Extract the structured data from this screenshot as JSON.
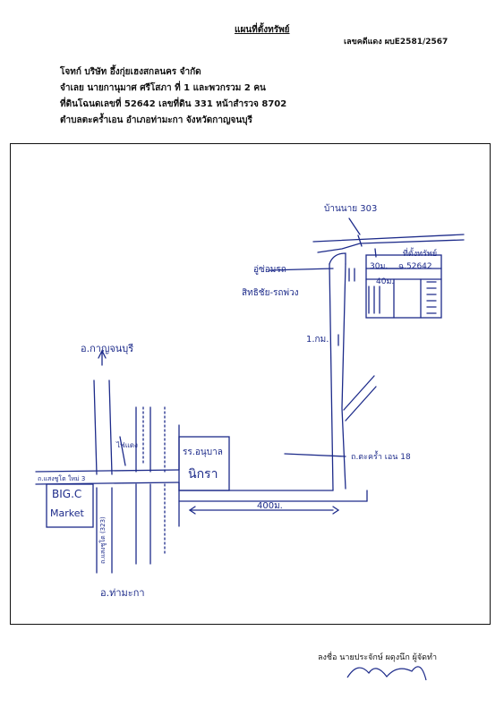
{
  "header": {
    "title": "แผนที่ตั้งทรัพย์",
    "case_no": "เลขคดีแดง ผบE2581/2567",
    "plaintiff": "โจทก์ บริษัท อึ้งกุ่ยเฮงสกลนคร จำกัด",
    "defendant": "จำเลย  นายกานุมาศ ศรีโสภา ที่ 1 และพวกรวม 2 คน",
    "deed": "ที่ดินโฉนดเลขที่ 52642 เลขที่ดิน 331  หน้าสำรวจ 8702",
    "location": "ตำบลตะคร้ำเอน อำเภอท่ามะกา  จังหวัดกาญจนบุรี"
  },
  "map": {
    "ban_nai_label": "บ้านนาย 303",
    "property_label": "ที่ตั้งทรัพย์",
    "deed_label": "ฉ.52642",
    "width_label": "30ม.",
    "depth_label": "40ม.",
    "shop_label": "อู่ซ่อมรถ",
    "shop_label2": "สิทธิชัย-รถพ่วง",
    "dist_1km": "1.กม.",
    "road_takhram": "ถ.ตะคร้ำ เอน 18",
    "dist_400m": "400ม.",
    "school_name": "รร.อนุบาล",
    "school_name2": "นิกรา",
    "kanchanaburi": "อ.กาญจนบุรี",
    "thamaka": "อ.ท่ามะกา",
    "khlong": "ไฟแดง",
    "road_left": "ถ.แสงชูโต ใหม่ 3",
    "road_vertical": "ถ.แสงชูโต (323)",
    "big_c": "BIG.C",
    "market": "Market"
  },
  "footer": {
    "signer": "ลงชื่อ  นายประจักษ์ ผดุงนึก ผู้จัดทำ"
  }
}
